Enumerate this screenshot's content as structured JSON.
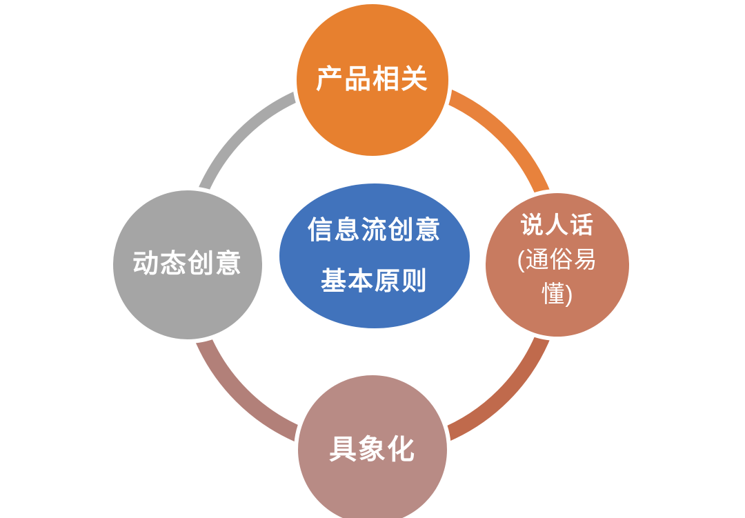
{
  "diagram": {
    "background": "#ffffff",
    "text_color": "#ffffff",
    "center": {
      "line1": "信息流创意",
      "line2": "基本原则",
      "color": "#4173BC"
    },
    "nodes": {
      "top": {
        "label": "产品相关",
        "color": "#E7802F"
      },
      "right": {
        "label": "说人话",
        "sub_line1": "(通俗易",
        "sub_line2": "懂)",
        "color": "#C87B60"
      },
      "bottom": {
        "label": "具象化",
        "color": "#B88B85"
      },
      "left": {
        "label": "动态创意",
        "color": "#A5A5A5"
      }
    },
    "arcs": {
      "top_left": {
        "color": "#A9A9A9"
      },
      "top_right": {
        "color": "#E8823C"
      },
      "bottom_right": {
        "color": "#C06A4C"
      },
      "bottom_left": {
        "color": "#B28079"
      }
    }
  }
}
